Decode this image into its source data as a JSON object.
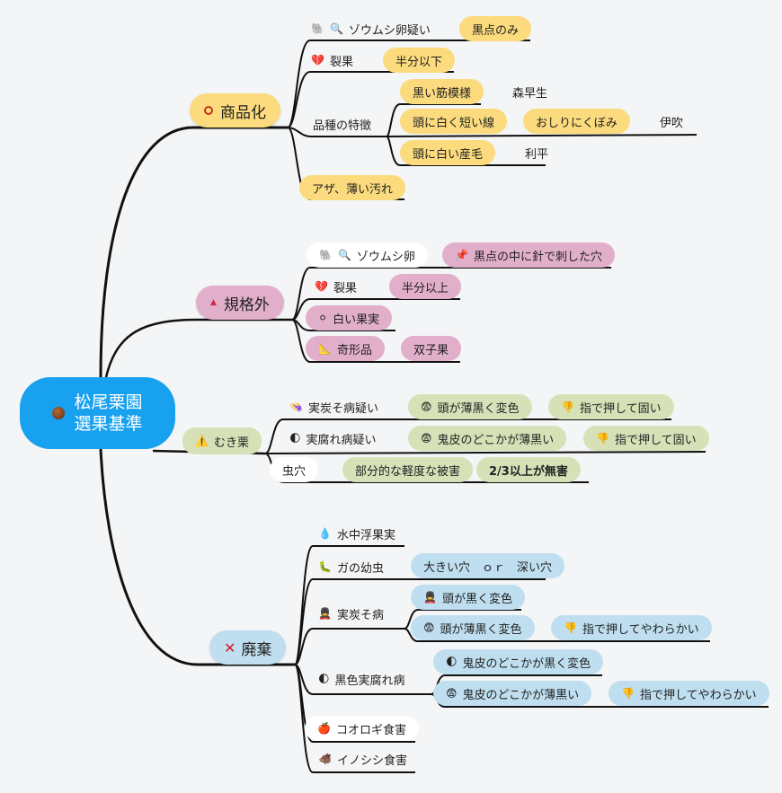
{
  "root": {
    "line1": "松尾栗園",
    "line2": "選果基準",
    "icon": "chestnut-icon"
  },
  "colors": {
    "root": "#18a1ef",
    "commercial": "#fbdb7d",
    "offspec": "#e2afcb",
    "peeled": "#d7e1b8",
    "discard": "#bfdff0"
  },
  "branches": {
    "commercial": {
      "label": "商品化",
      "icon": "circle-icon",
      "items": {
        "weevil": {
          "label": "ゾウムシ卵疑い",
          "icons": [
            "elephant-icon",
            "magnifier-icon"
          ],
          "detail": "黒点のみ"
        },
        "crack": {
          "label": "裂果",
          "icon": "broken-heart-icon",
          "detail": "半分以下"
        },
        "variety": {
          "label": "品種の特徴",
          "rows": {
            "r1": {
              "trait": "黒い筋模様",
              "variety": "森早生"
            },
            "r2": {
              "trait": "頭に白く短い線",
              "trait2": "おしりにくぼみ",
              "variety": "伊吹"
            },
            "r3": {
              "trait": "頭に白い産毛",
              "variety": "利平"
            }
          }
        },
        "bruise": {
          "label": "アザ、薄い汚れ"
        }
      }
    },
    "offspec": {
      "label": "規格外",
      "icon": "triangle-icon",
      "items": {
        "weevil": {
          "label": "ゾウムシ卵",
          "icons": [
            "elephant-icon",
            "magnifier-icon"
          ],
          "detail": "黒点の中に針で刺した穴",
          "detail_icon": "pushpin-icon"
        },
        "crack": {
          "label": "裂果",
          "icon": "broken-heart-icon",
          "detail": "半分以上"
        },
        "white": {
          "label": "白い果実",
          "icon": "white-circle-icon"
        },
        "deformed": {
          "label": "奇形品",
          "icon": "triangle-ruler-icon",
          "detail": "双子果"
        }
      }
    },
    "peeled": {
      "label": "むき栗",
      "icon": "warning-icon",
      "items": {
        "anthracnose": {
          "label": "実炭そ病疑い",
          "icon": "hat-icon",
          "detail": "頭が薄黒く変色",
          "detail_icon": "fearful-face-icon",
          "detail2": "指で押して固い",
          "detail2_icon": "thumbs-down-icon"
        },
        "rot": {
          "label": "実腐れ病疑い",
          "icon": "moon-icon",
          "detail": "鬼皮のどこかが薄黒い",
          "detail_icon": "fearful-face-icon",
          "detail2": "指で押して固い",
          "detail2_icon": "thumbs-down-icon"
        },
        "hole": {
          "label": "虫穴",
          "detail": "部分的な軽度な被害",
          "detail2": "2/3以上が無害"
        }
      }
    },
    "discard": {
      "label": "廃棄",
      "icon": "cross-icon",
      "items": {
        "float": {
          "label": "水中浮果実",
          "icon": "droplet-icon"
        },
        "moth": {
          "label": "ガの幼虫",
          "icon": "caterpillar-icon",
          "detail": "大きい穴　ｏｒ　深い穴"
        },
        "anthracnose": {
          "label": "実炭そ病",
          "icon": "guard-icon",
          "d1": {
            "text": "頭が黒く変色",
            "icon": "guard-icon"
          },
          "d2": {
            "text": "頭が薄黒く変色",
            "icon": "fearful-face-icon",
            "next": "指で押してやわらかい",
            "next_icon": "thumbs-down-icon"
          }
        },
        "blackrot": {
          "label": "黒色実腐れ病",
          "icon": "moon-icon",
          "d1": {
            "text": "鬼皮のどこかが黒く変色",
            "icon": "moon-icon"
          },
          "d2": {
            "text": "鬼皮のどこかが薄黒い",
            "icon": "fearful-face-icon",
            "next": "指で押してやわらかい",
            "next_icon": "thumbs-down-icon"
          }
        },
        "cricket": {
          "label": "コオロギ食害",
          "icon": "apple-icon"
        },
        "boar": {
          "label": "イノシシ食害",
          "icon": "boar-icon"
        }
      }
    }
  }
}
